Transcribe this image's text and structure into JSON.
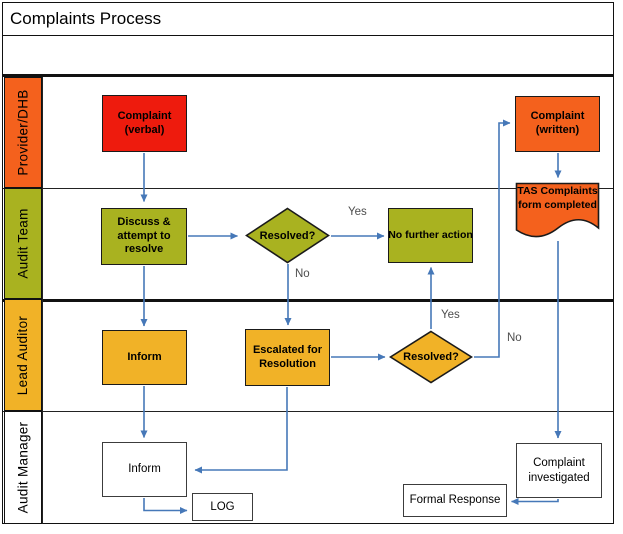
{
  "title": "Complaints Process",
  "lanes": [
    {
      "label": "Provider/DHB",
      "color": "#F4611D"
    },
    {
      "label": "Audit Team",
      "color": "#A9B220"
    },
    {
      "label": "Lead Auditor",
      "color": "#F1B227"
    },
    {
      "label": "Audit Manager",
      "color": "#FFFFFF"
    }
  ],
  "nodes": {
    "complaint_verbal": {
      "label": "Complaint (verbal)",
      "color": "#EE1B0D",
      "type": "process"
    },
    "discuss": {
      "label": "Discuss & attempt to resolve",
      "color": "#A9B220",
      "type": "process"
    },
    "resolved1": {
      "label": "Resolved?",
      "color": "#A9B220",
      "type": "decision"
    },
    "no_further_action": {
      "label": "No further action",
      "color": "#A9B220",
      "type": "process"
    },
    "complaint_written": {
      "label": "Complaint (written)",
      "color": "#F4611D",
      "type": "process"
    },
    "tas_form": {
      "label": "TAS Complaints form completed",
      "color": "#F4611D",
      "type": "document"
    },
    "inform_lead": {
      "label": "Inform",
      "color": "#F1B227",
      "type": "process"
    },
    "escalated": {
      "label": "Escalated for Resolution",
      "color": "#F1B227",
      "type": "process"
    },
    "resolved2": {
      "label": "Resolved?",
      "color": "#F1B227",
      "type": "decision"
    },
    "inform_manager": {
      "label": "Inform",
      "color": "#FFFFFF",
      "type": "process"
    },
    "log": {
      "label": "LOG",
      "color": "#FFFFFF",
      "type": "process"
    },
    "complaint_investigated": {
      "label": "Complaint investigated",
      "color": "#FFFFFF",
      "type": "process"
    },
    "formal_response": {
      "label": "Formal Response",
      "color": "#FFFFFF",
      "type": "process"
    }
  },
  "edge_labels": {
    "resolved1_yes": "Yes",
    "resolved1_no": "No",
    "resolved2_yes": "Yes",
    "resolved2_no": "No"
  },
  "colors": {
    "red": "#EE1B0D",
    "orange": "#F4611D",
    "olive": "#A9B220",
    "amber": "#F1B227",
    "arrow": "#4678B8",
    "frame": "#111111"
  }
}
